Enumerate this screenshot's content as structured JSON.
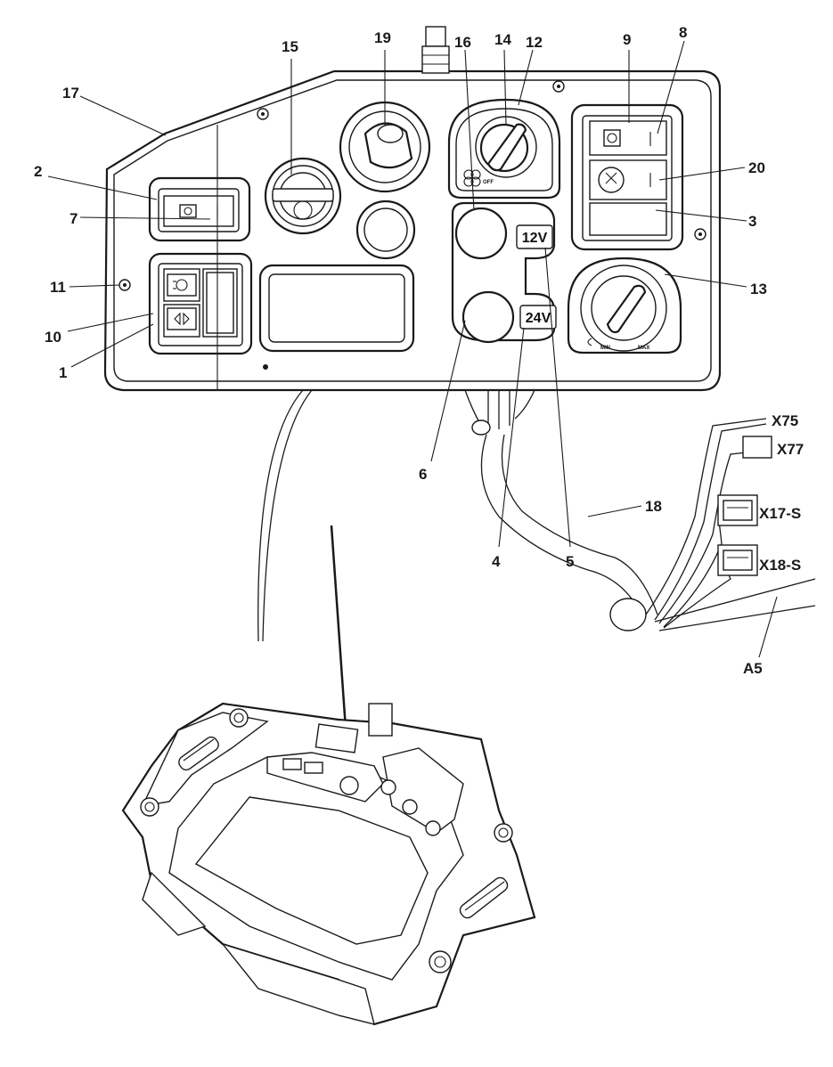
{
  "callouts": {
    "c1": "1",
    "c2": "2",
    "c3": "3",
    "c4": "4",
    "c5": "5",
    "c6": "6",
    "c7": "7",
    "c8": "8",
    "c9": "9",
    "c10": "10",
    "c11": "11",
    "c12": "12",
    "c13": "13",
    "c14": "14",
    "c15": "15",
    "c16": "16",
    "c17": "17",
    "c18": "18",
    "c19": "19",
    "c20": "20",
    "a5": "A5"
  },
  "connectors": {
    "x75": "X75",
    "x77": "X77",
    "x17s": "X17-S",
    "x18s": "X18-S"
  },
  "sockets": {
    "v12": "12V",
    "v24": "24V"
  },
  "markings": {
    "off": "OFF",
    "min": "MIN",
    "max": "MAX"
  },
  "icons": {
    "parking": "parking-lamp-icon",
    "light": "light-icon",
    "hazard": "hazard-icon",
    "work": "work-lamp-icon",
    "beacon": "beacon-icon",
    "fan": "fan-icon",
    "heat": "heat-icon"
  },
  "colors": {
    "line": "#1a1a1a",
    "background": "#ffffff"
  }
}
